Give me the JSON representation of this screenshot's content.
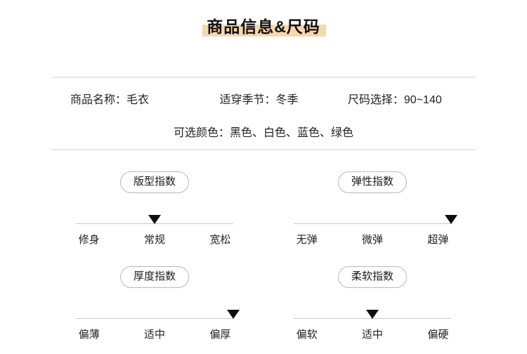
{
  "header": {
    "title": "商品信息&尺码",
    "highlight_color": "#f7d7ae"
  },
  "product_info": {
    "fields": [
      {
        "label": "商品名称：",
        "value": "毛衣",
        "text": "商品名称：毛衣"
      },
      {
        "label": "适穿季节：",
        "value": "冬季",
        "text": "适穿季节：冬季"
      },
      {
        "label": "尺码选择：",
        "value": "90~140",
        "text": "尺码选择：90~140"
      }
    ],
    "colors": {
      "label": "可选颜色：",
      "value": "黑色、白色、蓝色、绿色",
      "text": "可选颜色：黑色、白色、蓝色、绿色"
    }
  },
  "indices": [
    {
      "name": "版型指数",
      "ticks": [
        "修身",
        "常规",
        "宽松"
      ],
      "selected_index": 1,
      "selected_label": "常规"
    },
    {
      "name": "弹性指数",
      "ticks": [
        "无弹",
        "微弹",
        "超弹"
      ],
      "selected_index": 2,
      "selected_label": "超弹"
    },
    {
      "name": "厚度指数",
      "ticks": [
        "偏薄",
        "适中",
        "偏厚"
      ],
      "selected_index": 2,
      "selected_label": "偏厚"
    },
    {
      "name": "柔软指数",
      "ticks": [
        "偏软",
        "适中",
        "偏硬"
      ],
      "selected_index": 1,
      "selected_label": "适中"
    }
  ],
  "colors": {
    "divider": "#e8e8e8",
    "scale_line": "#c9c9c9",
    "badge_border": "#b9b9b9",
    "arrow": "#0f0f0f",
    "text": "#222222"
  }
}
